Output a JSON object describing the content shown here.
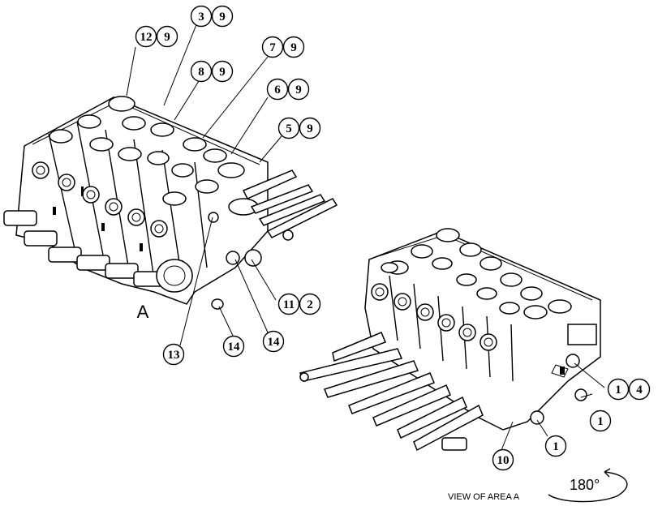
{
  "callouts": [
    {
      "id": "c-12-9",
      "nums": [
        "12",
        "9"
      ]
    },
    {
      "id": "c-3-9",
      "nums": [
        "3",
        "9"
      ]
    },
    {
      "id": "c-8-9",
      "nums": [
        "8",
        "9"
      ]
    },
    {
      "id": "c-7-9",
      "nums": [
        "7",
        "9"
      ]
    },
    {
      "id": "c-6-9",
      "nums": [
        "6",
        "9"
      ]
    },
    {
      "id": "c-5-9",
      "nums": [
        "5",
        "9"
      ]
    },
    {
      "id": "c-11-2",
      "nums": [
        "11",
        "2"
      ]
    },
    {
      "id": "c-13",
      "nums": [
        "13"
      ]
    },
    {
      "id": "c-14a",
      "nums": [
        "14"
      ]
    },
    {
      "id": "c-14b",
      "nums": [
        "14"
      ]
    },
    {
      "id": "c-1-4",
      "nums": [
        "1",
        "4"
      ]
    },
    {
      "id": "c-1a",
      "nums": [
        "1"
      ]
    },
    {
      "id": "c-1b",
      "nums": [
        "1"
      ]
    },
    {
      "id": "c-10",
      "nums": [
        "10"
      ]
    }
  ],
  "labels": {
    "area_letter": "A",
    "view_caption": "VIEW OF AREA A",
    "rotation": "180°"
  }
}
